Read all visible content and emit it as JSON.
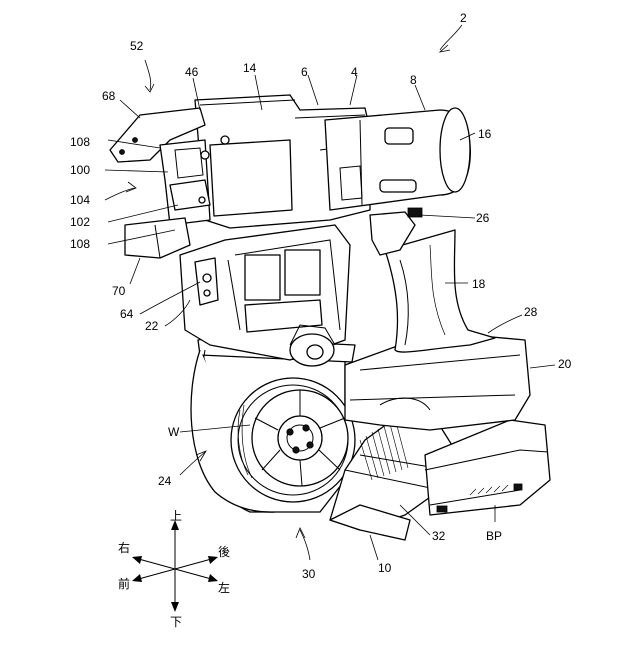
{
  "figure": {
    "labels": {
      "l2": "2",
      "l52": "52",
      "l46": "46",
      "l14": "14",
      "l6": "6",
      "l4": "4",
      "l8": "8",
      "l68": "68",
      "l16": "16",
      "l108a": "108",
      "l100": "100",
      "l104": "104",
      "l102": "102",
      "l108b": "108",
      "l26": "26",
      "l70": "70",
      "l18": "18",
      "l64": "64",
      "l28": "28",
      "l22": "22",
      "l20": "20",
      "lW": "W",
      "l24": "24",
      "l32": "32",
      "lBP": "BP",
      "l30": "30",
      "l10": "10"
    },
    "directions": {
      "up": "上",
      "down": "下",
      "right": "右",
      "left": "左",
      "front": "前",
      "back": "後"
    }
  }
}
